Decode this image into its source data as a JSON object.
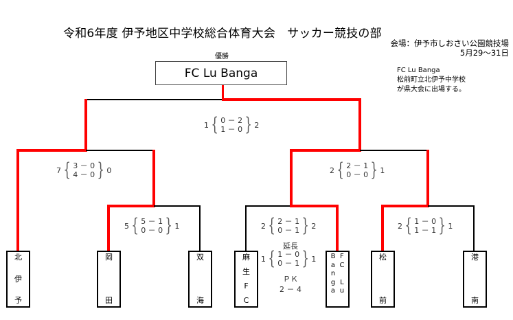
{
  "title": "令和6年度 伊予地区中学校総合体育大会　サッカー競技の部",
  "venue": "会場：伊予市しおさい公園競技場",
  "dates": "5月29～31日",
  "note": [
    "FC Lu Banga",
    "松前町立北伊予中学校",
    "が県大会に出場する。"
  ],
  "champion": {
    "label": "優勝",
    "team": "FC Lu Banga"
  },
  "colors": {
    "winner_line": "#ff0000",
    "loser_line": "#000000"
  },
  "teams": [
    {
      "name": "北伊予",
      "chars": [
        "北",
        "伊",
        "予"
      ]
    },
    {
      "name": "岡田",
      "chars": [
        "岡",
        "田"
      ]
    },
    {
      "name": "双海",
      "chars": [
        "双",
        "海"
      ]
    },
    {
      "name": "麻生FC",
      "chars": [
        "麻",
        "生",
        "F",
        "C"
      ]
    },
    {
      "name": "FC Lu Banga",
      "columns": [
        [
          "B",
          "a",
          "n",
          "g",
          "a"
        ],
        [
          "F",
          "C",
          "",
          "L",
          "u"
        ]
      ]
    },
    {
      "name": "松前",
      "chars": [
        "松",
        "前"
      ]
    },
    {
      "name": "港南",
      "chars": [
        "港",
        "南"
      ]
    }
  ],
  "matches": {
    "qf_okada_futami": {
      "left_total": "5",
      "rows": [
        "5 － 1",
        "0 － 0"
      ],
      "right_total": "1",
      "winner": "岡田"
    },
    "qf_aso_lubanga": {
      "left_total": "2",
      "rows": [
        "2 － 1",
        "0 － 1"
      ],
      "right_total": "2",
      "extra_label": "延長",
      "extra": {
        "left_total": "1",
        "rows": [
          "1 － 0",
          "0 － 1"
        ],
        "right_total": "1"
      },
      "pk_label": "ＰＫ",
      "pk_score": "2 － 4",
      "winner": "FC Lu Banga"
    },
    "qf_matsumae_konan": {
      "left_total": "2",
      "rows": [
        "1 － 0",
        "1 － 1"
      ],
      "right_total": "1",
      "winner": "松前"
    },
    "sf_kitaiyo_okada": {
      "left_total": "7",
      "rows": [
        "3 － 0",
        "4 － 0"
      ],
      "right_total": "0",
      "winner": "北伊予"
    },
    "sf_lubanga_matsumae": {
      "left_total": "2",
      "rows": [
        "2 － 1",
        "0 － 0"
      ],
      "right_total": "1",
      "winner": "FC Lu Banga"
    },
    "final": {
      "left_total": "1",
      "rows": [
        "0 － 2",
        "1 － 0"
      ],
      "right_total": "2",
      "winner": "FC Lu Banga"
    }
  }
}
